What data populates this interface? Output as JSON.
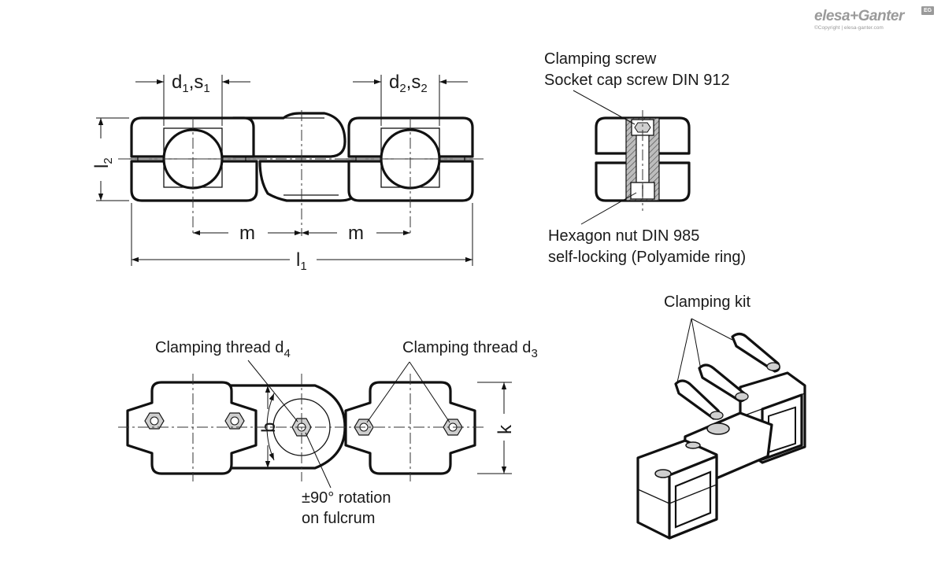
{
  "logo": {
    "brand": "elesa+Ganter",
    "copyright": "©Copyright | elesa-ganter.com",
    "badge": "EG"
  },
  "front_view": {
    "dim_d1_main": "d",
    "dim_d1_sub": "1",
    "dim_s1_main": ",s",
    "dim_s1_sub": "1",
    "dim_d2_main": "d",
    "dim_d2_sub": "2",
    "dim_s2_main": ",s",
    "dim_s2_sub": "2",
    "dim_l2_main": "l",
    "dim_l2_sub": "2",
    "dim_m_left": "m",
    "dim_m_right": "m",
    "dim_l1_main": "l",
    "dim_l1_sub": "1"
  },
  "section_view": {
    "screw_label_1": "Clamping screw",
    "screw_label_2": "Socket cap screw DIN 912",
    "nut_label_1": "Hexagon nut  DIN 985",
    "nut_label_2": "self-locking (Polyamide ring)"
  },
  "top_view": {
    "thread_d4_text": "Clamping thread d",
    "thread_d4_sub": "4",
    "thread_d3_text": "Clamping thread d",
    "thread_d3_sub": "3",
    "dim_b": "b",
    "dim_k": "k",
    "rotation_1": "±90° rotation",
    "rotation_2": "on fulcrum"
  },
  "iso_view": {
    "kit_label": "Clamping kit"
  }
}
